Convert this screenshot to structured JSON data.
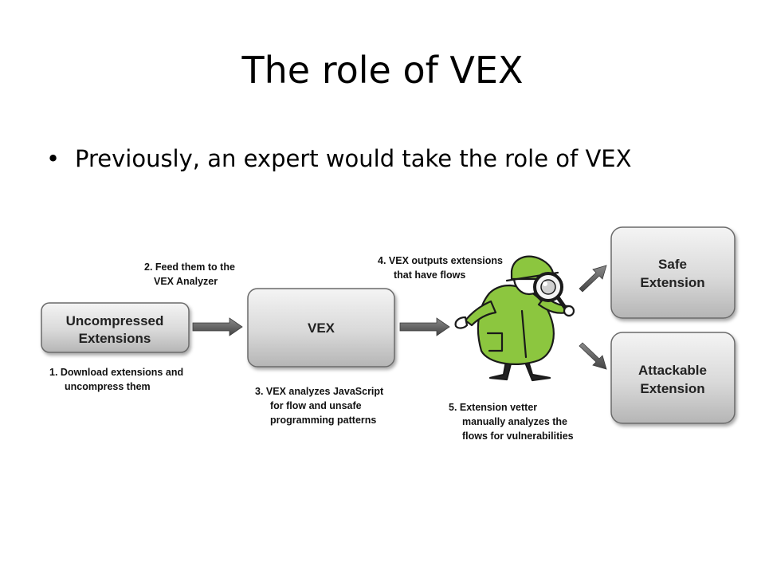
{
  "slide": {
    "title": "The role of VEX",
    "bullet": "Previously, an expert would take the role of VEX"
  },
  "diagram": {
    "boxes": {
      "uncompressed": [
        "Uncompressed",
        "Extensions"
      ],
      "vex": [
        "VEX"
      ],
      "safe": [
        "Safe",
        "Extension"
      ],
      "attackable": [
        "Attackable",
        "Extension"
      ]
    },
    "steps": {
      "step1": [
        "1.  Download extensions and",
        "uncompress them"
      ],
      "step2": [
        "2. Feed them to the",
        "VEX Analyzer"
      ],
      "step3": [
        "3. VEX analyzes JavaScript",
        "for flow and unsafe",
        "programming patterns"
      ],
      "step4": [
        "4. VEX outputs extensions",
        "that have flows"
      ],
      "step5": [
        "5. Extension vetter",
        "manually analyzes the",
        "flows for vulnerabilities"
      ]
    },
    "icons": {
      "detective": "detective-magnifier-icon"
    },
    "colors": {
      "box_fill_top": "#f2f2f2",
      "box_fill_bottom": "#b9b9b9",
      "box_stroke": "#6b6b6b",
      "arrow": "#555555",
      "detective_green": "#8cc63f"
    }
  }
}
